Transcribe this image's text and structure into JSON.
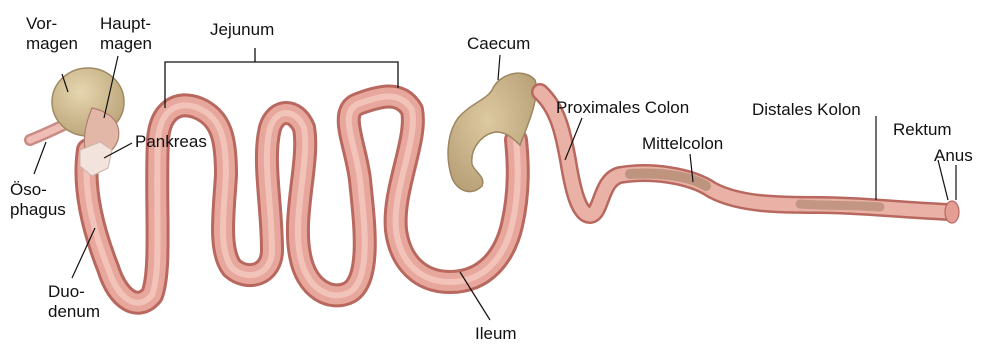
{
  "colors": {
    "intestine": "#e8a79c",
    "intestine_edge": "#b8685e",
    "intestine_highlight": "#f6cfc6",
    "stomach": "#d7c39a",
    "stomach_edge": "#a08a62",
    "caecum": "#cdb890",
    "colon_dark": "#b08a72",
    "line": "#111111"
  },
  "labels": {
    "vormagen": [
      "Vor-",
      "magen"
    ],
    "hauptmagen": [
      "Haupt-",
      "magen"
    ],
    "jejunum": "Jejunum",
    "caecum": "Caecum",
    "pankreas": "Pankreas",
    "oesophagus": [
      "Öso-",
      "phagus"
    ],
    "duodenum": [
      "Duo-",
      "denum"
    ],
    "proximales_colon": "Proximales Colon",
    "mittelcolon": "Mittelcolon",
    "distales_kolon": "Distales Kolon",
    "rektum": "Rektum",
    "anus": "Anus",
    "ileum": "Ileum"
  }
}
